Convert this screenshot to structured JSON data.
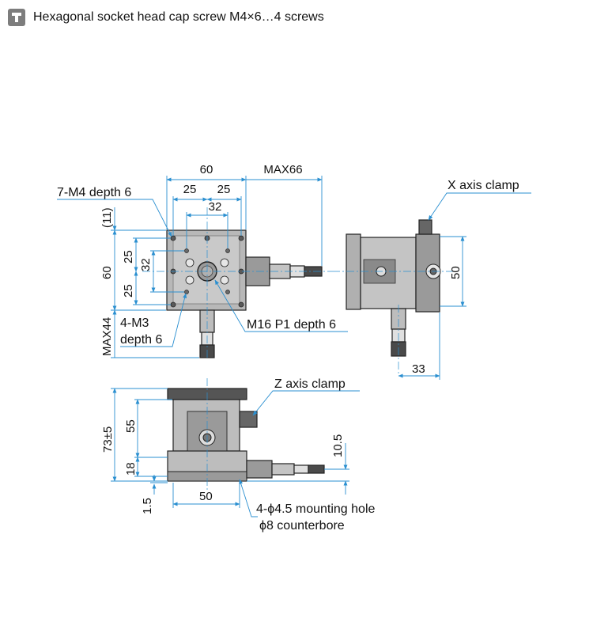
{
  "header": {
    "icon": "screw-icon",
    "text": "Hexagonal socket head cap screw M4×6…4 screws"
  },
  "colors": {
    "dimension_line": "#2a8fd0",
    "part_dark": "#5a5a5a",
    "part_light": "#bdbdbd",
    "badge": "#7d7d7d"
  },
  "labels": {
    "m4": "7-M4 depth 6",
    "m3a": "4-M3",
    "m3b": "depth 6",
    "m16": "M16 P1 depth 6",
    "xclamp": "X axis clamp",
    "zclamp": "Z axis clamp",
    "hole": "4-ϕ4.5 mounting hole",
    "cbore": "ϕ8 counterbore"
  },
  "dims": {
    "d60_top": "60",
    "max66": "MAX66",
    "d25a": "25",
    "d25b": "25",
    "d32_top": "32",
    "d11": "(11)",
    "d60_left": "60",
    "d25_left_a": "25",
    "d32_left": "32",
    "d25_left_b": "25",
    "max44": "MAX44",
    "d50_right": "50",
    "d33": "33",
    "d73": "73±5",
    "d55": "55",
    "d18": "18",
    "d1_5": "1.5",
    "d50_bottom": "50",
    "d10_5": "10.5"
  }
}
